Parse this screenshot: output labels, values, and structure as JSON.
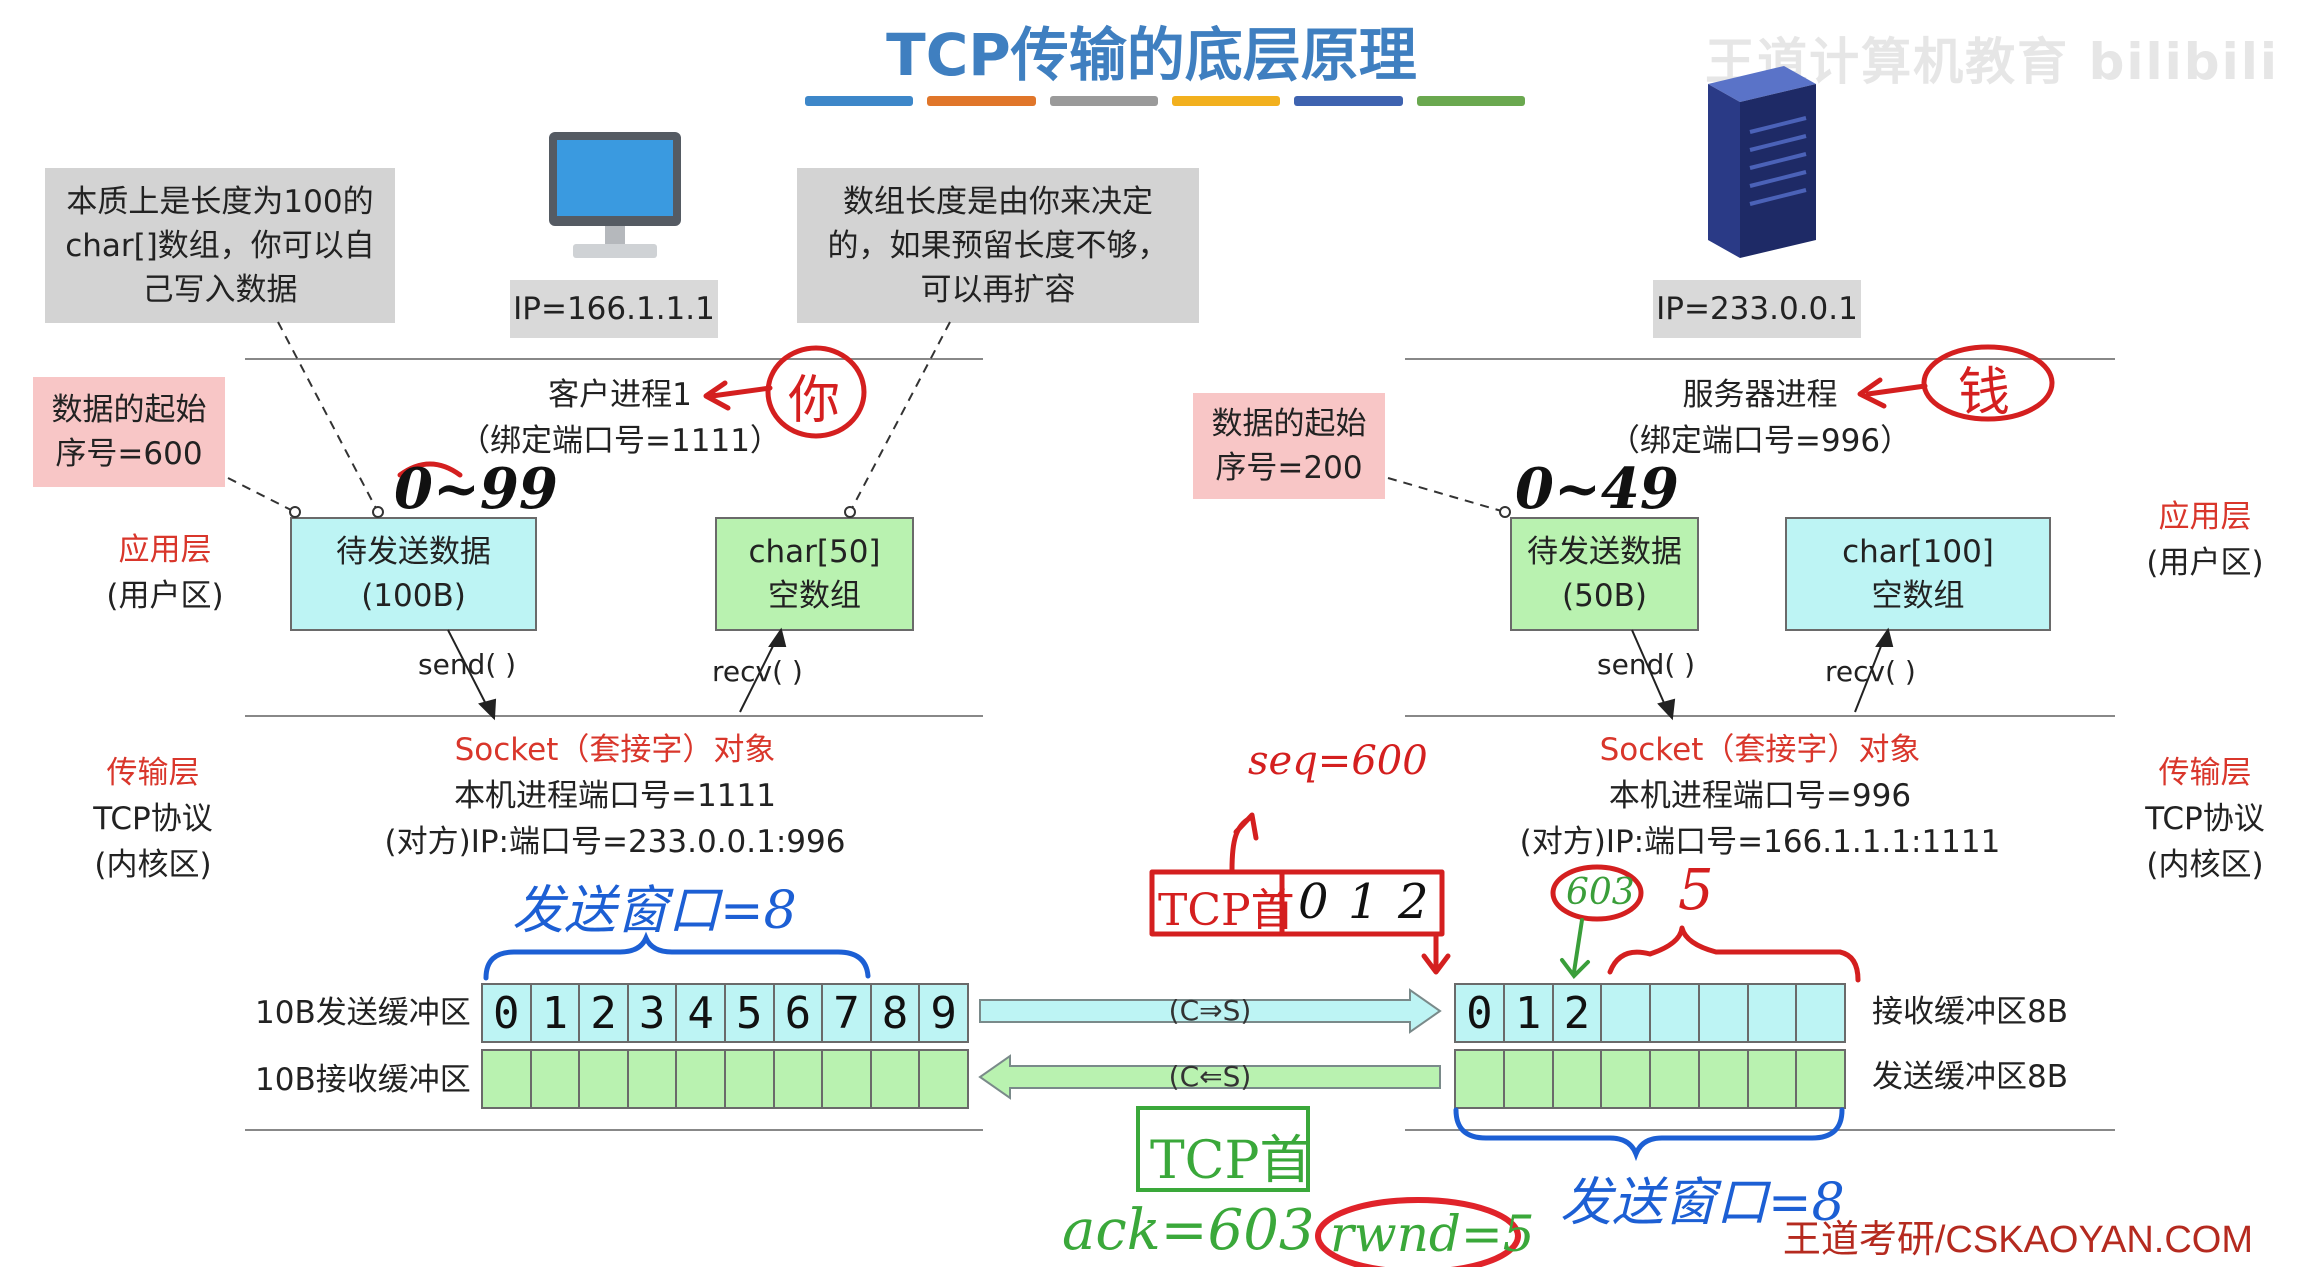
{
  "title": "TCP传输的底层原理",
  "title_bar_colors": [
    "#3d87c9",
    "#e0762a",
    "#9a9a9a",
    "#f2b01e",
    "#3e63b0",
    "#6aa84f"
  ],
  "watermark": "王道计算机教育 bilibili",
  "notes": {
    "left_gray": [
      "本质上是长度为100的",
      "char[]数组，你可以自",
      "己写入数据"
    ],
    "right_gray": [
      "数组长度是由你来决定",
      "的，如果预留长度不够，",
      "可以再扩容"
    ],
    "left_start_seq": [
      "数据的起始",
      "序号=600"
    ],
    "right_start_seq": [
      "数据的起始",
      "序号=200"
    ]
  },
  "client": {
    "ip": "IP=166.1.1.1",
    "process": "客户进程1",
    "port_bind": "（绑定端口号=1111）",
    "send_box": [
      "待发送数据",
      "(100B)"
    ],
    "recv_box": [
      "char[50]",
      "空数组"
    ],
    "send_fn": "send( )",
    "recv_fn": "recv( )",
    "socket_title": "Socket（套接字）对象",
    "local_port": "本机进程端口号=1111",
    "remote": "(对方)IP:端口号=233.0.0.1:996",
    "send_buffer_label": "10B发送缓冲区",
    "recv_buffer_label": "10B接收缓冲区",
    "send_buffer_cells": [
      "0",
      "1",
      "2",
      "3",
      "4",
      "5",
      "6",
      "7",
      "8",
      "9"
    ],
    "recv_buffer_cells": [
      "",
      "",
      "",
      "",
      "",
      "",
      "",
      "",
      "",
      ""
    ]
  },
  "server": {
    "ip": "IP=233.0.0.1",
    "process": "服务器进程",
    "port_bind": "（绑定端口号=996）",
    "send_box": [
      "待发送数据",
      "(50B)"
    ],
    "recv_box": [
      "char[100]",
      "空数组"
    ],
    "send_fn": "send( )",
    "recv_fn": "recv( )",
    "socket_title": "Socket（套接字）对象",
    "local_port": "本机进程端口号=996",
    "remote": "(对方)IP:端口号=166.1.1.1:1111",
    "recv_buffer_label": "接收缓冲区8B",
    "send_buffer_label": "发送缓冲区8B",
    "recv_buffer_cells": [
      "0",
      "1",
      "2",
      "",
      "",
      "",
      "",
      ""
    ],
    "send_buffer_cells": [
      "",
      "",
      "",
      "",
      "",
      "",
      "",
      ""
    ]
  },
  "layers": {
    "app_left": [
      "应用层",
      "(用户区)"
    ],
    "app_right": [
      "应用层",
      "(用户区)"
    ],
    "transport_left": [
      "传输层",
      "TCP协议",
      "(内核区)"
    ],
    "transport_right": [
      "传输层",
      "TCP协议",
      "(内核区)"
    ]
  },
  "arrows": {
    "c_to_s": "(C⇒S)",
    "s_to_c": "(C⇐S)"
  },
  "handwriting": {
    "you": "你",
    "money": "钱",
    "client_range": "0~99",
    "server_range": "0~49",
    "client_window": "发送窗口=8",
    "server_window": "发送窗口=8",
    "seq": "seq=600",
    "tcp_head_red": "TCP首",
    "tcp_head_cells": [
      "0",
      "1",
      "2"
    ],
    "circled_603": "603",
    "five": "5",
    "tcp_head_green": "TCP首",
    "ack": "ack=603",
    "rwnd": "rwnd=5"
  },
  "footer": "王道考研/CSKAOYAN.COM"
}
